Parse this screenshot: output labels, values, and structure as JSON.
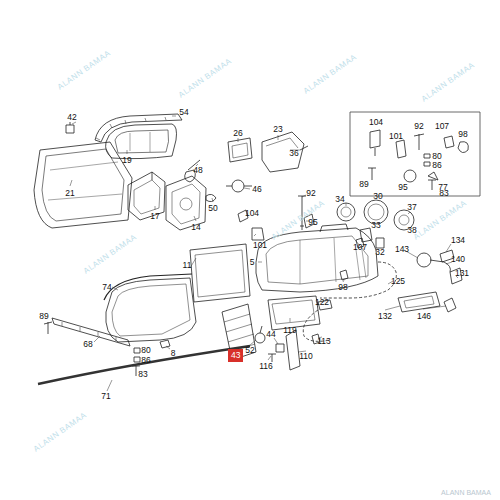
{
  "diagram": {
    "nodes": [
      {
        "text": [
          "43"
        ]
      }
    ],
    "labels": [
      "42",
      "54",
      "19",
      "21",
      "26",
      "23",
      "36",
      "48",
      "46",
      "92",
      "17",
      "14",
      "50",
      "104",
      "95",
      "101",
      "34",
      "30",
      "37",
      "33",
      "38",
      "32",
      "104",
      "101",
      "92",
      "107",
      "98",
      "80",
      "86",
      "89",
      "95",
      "77",
      "83",
      "107",
      "143",
      "134",
      "140",
      "131",
      "5",
      "125",
      "98",
      "11",
      "74",
      "122",
      "89",
      "68",
      "119",
      "113",
      "44",
      "8",
      "80",
      "86",
      "52",
      "110",
      "116",
      "132",
      "146",
      "83",
      "71",
      "ALANN BAMAA",
      "ALANN BAMAA",
      "ALANN BAMAA",
      "ALANN BAMAA",
      "ALANN BAMAA",
      "ALANN BAMAA",
      "ALANN BAMAA",
      "ALANN BAMAA",
      "ALANN BAMAA"
    ]
  }
}
